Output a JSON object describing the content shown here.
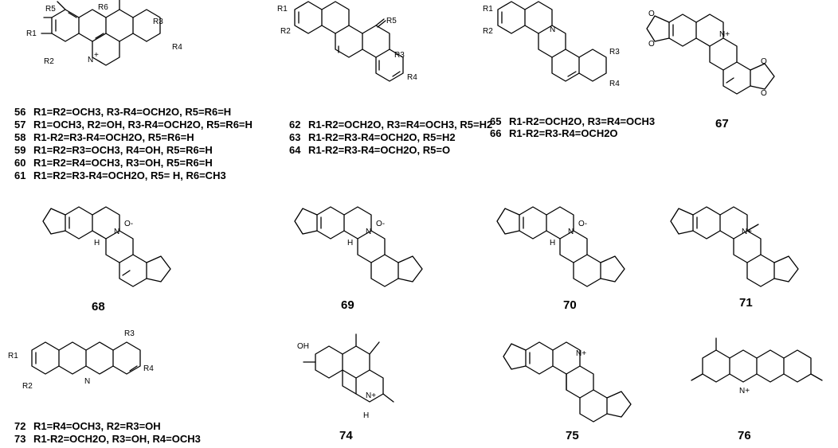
{
  "compounds": [
    {
      "id": "56",
      "text": "R1=R2=OCH3, R3-R4=OCH2O, R5=R6=H"
    },
    {
      "id": "57",
      "text": "R1=OCH3, R2=OH, R3-R4=OCH2O, R5=R6=H"
    },
    {
      "id": "58",
      "text": "R1-R2=R3-R4=OCH2O, R5=R6=H"
    },
    {
      "id": "59",
      "text": "R1=R2=R3=OCH3, R4=OH, R5=R6=H"
    },
    {
      "id": "60",
      "text": "R1=R2=R4=OCH3, R3=OH, R5=R6=H"
    },
    {
      "id": "61",
      "text": "R1=R2=R3-R4=OCH2O, R5= H, R6=CH3"
    },
    {
      "id": "62",
      "text": "R1-R2=OCH2O, R3=R4=OCH3, R5=H2"
    },
    {
      "id": "63",
      "text": "R1-R2=R3-R4=OCH2O, R5=H2"
    },
    {
      "id": "64",
      "text": "R1-R2=R3-R4=OCH2O, R5=O"
    },
    {
      "id": "65",
      "text": "R1-R2=OCH2O, R3=R4=OCH3"
    },
    {
      "id": "66",
      "text": "R1-R2=R3-R4=OCH2O"
    },
    {
      "id": "72",
      "text": "R1=R4=OCH3, R2=R3=OH"
    },
    {
      "id": "73",
      "text": "R1-R2=OCH2O, R3=OH, R4=OCH3"
    }
  ],
  "structure_numbers": [
    "67",
    "68",
    "69",
    "70",
    "71",
    "74",
    "75",
    "76"
  ],
  "atom_labels": {
    "R1": "R1",
    "R2": "R2",
    "R3": "R3",
    "R4": "R4",
    "R5": "R5",
    "R6": "R6",
    "N": "N",
    "Nplus": "N+",
    "O": "O",
    "Ominus": "O-",
    "H": "H",
    "OH": "OH",
    "plus": "+"
  }
}
